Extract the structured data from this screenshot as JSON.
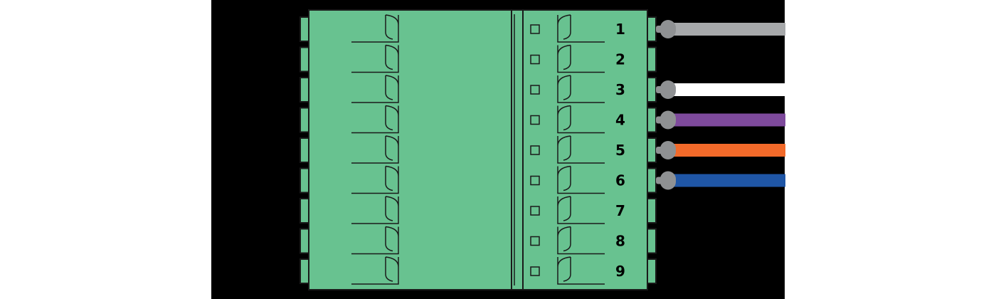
{
  "colors": {
    "background": "#ffffff",
    "panel": "#000000",
    "connector_body": "#68c290",
    "outline": "#1a1a1a",
    "ferrule": "#8f9193"
  },
  "pins": [
    {
      "label": "1",
      "wire": "gray",
      "wire_color": "#a7a9ab"
    },
    {
      "label": "2",
      "wire": "none",
      "wire_color": ""
    },
    {
      "label": "3",
      "wire": "white",
      "wire_color": "#ffffff"
    },
    {
      "label": "4",
      "wire": "purple",
      "wire_color": "#7e4a9c"
    },
    {
      "label": "5",
      "wire": "orange",
      "wire_color": "#f26a2a"
    },
    {
      "label": "6",
      "wire": "blue",
      "wire_color": "#1f56a6"
    },
    {
      "label": "7",
      "wire": "none",
      "wire_color": ""
    },
    {
      "label": "8",
      "wire": "none",
      "wire_color": ""
    },
    {
      "label": "9",
      "wire": "none",
      "wire_color": ""
    }
  ]
}
